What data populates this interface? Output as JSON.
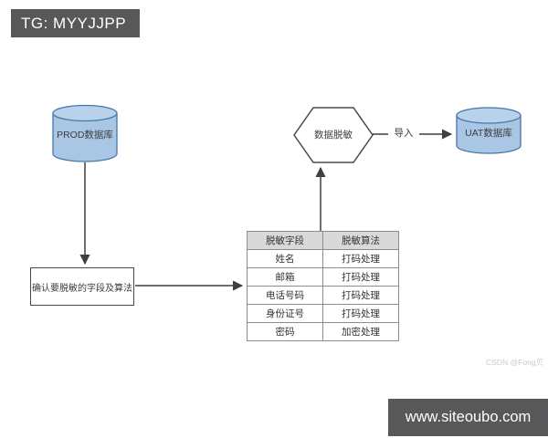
{
  "page": {
    "background": "#ffffff"
  },
  "watermark_top": {
    "label": "TG: MYYJJPP",
    "bg": "#58585a",
    "color": "#ffffff"
  },
  "watermark_bottom": {
    "label": "www.siteoubo.com",
    "bg": "#58585a",
    "color": "#ffffff"
  },
  "diagram": {
    "nodes": {
      "prod_db": {
        "type": "cylinder",
        "label": "PROD数据库",
        "fill": "#a9c6e5",
        "top_fill": "#b9d2ec",
        "stroke": "#4577aa"
      },
      "uat_db": {
        "type": "cylinder",
        "label": "UAT数据库",
        "fill": "#a9c6e5",
        "top_fill": "#b9d2ec",
        "stroke": "#4577aa"
      },
      "masking": {
        "type": "hexagon",
        "label": "数据脱敏",
        "fill": "#ffffff",
        "stroke": "#4a4a4a"
      },
      "confirm": {
        "type": "rectangle",
        "label": "确认要脱敏的字段及算法",
        "fill": "#ffffff",
        "stroke": "#4a4a4a"
      }
    },
    "edges": [
      {
        "from": "prod_db",
        "to": "confirm",
        "label": ""
      },
      {
        "from": "confirm",
        "to": "mask_table",
        "label": ""
      },
      {
        "from": "mask_table",
        "to": "masking",
        "label": ""
      },
      {
        "from": "masking",
        "to": "uat_db",
        "label": "导入"
      }
    ],
    "arrow_color": "#3f3f3f",
    "table": {
      "headers": [
        "脱敏字段",
        "脱敏算法"
      ],
      "header_bg": "#d9d9d9",
      "rows": [
        [
          "姓名",
          "打码处理"
        ],
        [
          "邮箱",
          "打码处理"
        ],
        [
          "电话号码",
          "打码处理"
        ],
        [
          "身份证号",
          "打码处理"
        ],
        [
          "密码",
          "加密处理"
        ]
      ]
    },
    "credit": "CSDN @Fong贝"
  }
}
